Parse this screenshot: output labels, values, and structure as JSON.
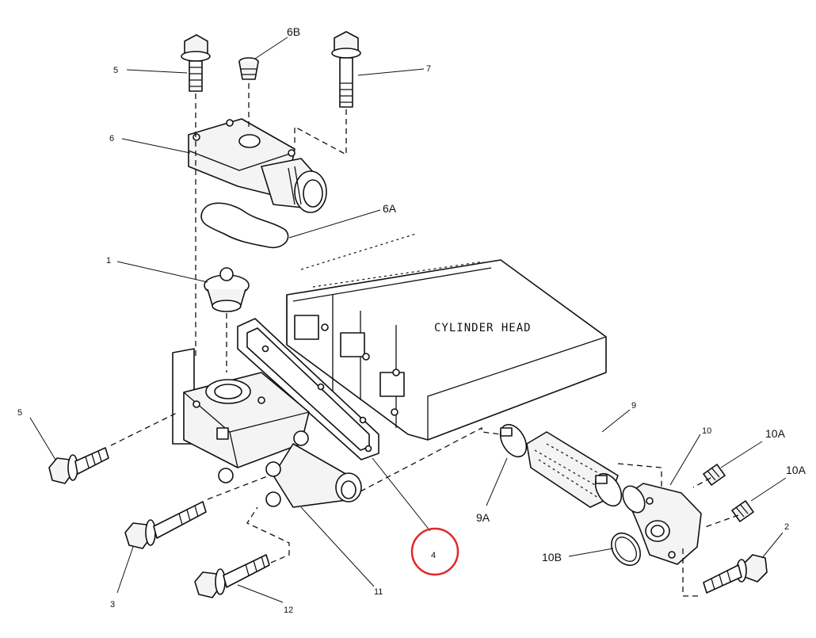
{
  "diagram": {
    "annotation": "CYLINDER HEAD",
    "highlight_color": "#e0282a",
    "highlighted_callout": "4",
    "callouts": [
      {
        "id": "c-5-top",
        "label": "5"
      },
      {
        "id": "c-6b",
        "label": "6B"
      },
      {
        "id": "c-7",
        "label": "7"
      },
      {
        "id": "c-6",
        "label": "6"
      },
      {
        "id": "c-6a",
        "label": "6A"
      },
      {
        "id": "c-1",
        "label": "1"
      },
      {
        "id": "c-5-left",
        "label": "5"
      },
      {
        "id": "c-3",
        "label": "3"
      },
      {
        "id": "c-12",
        "label": "12"
      },
      {
        "id": "c-11",
        "label": "11"
      },
      {
        "id": "c-4",
        "label": "4"
      },
      {
        "id": "c-9",
        "label": "9"
      },
      {
        "id": "c-9a",
        "label": "9A"
      },
      {
        "id": "c-10",
        "label": "10"
      },
      {
        "id": "c-10a-top",
        "label": "10A"
      },
      {
        "id": "c-10a-mid",
        "label": "10A"
      },
      {
        "id": "c-10b",
        "label": "10B"
      },
      {
        "id": "c-2",
        "label": "2"
      }
    ]
  }
}
